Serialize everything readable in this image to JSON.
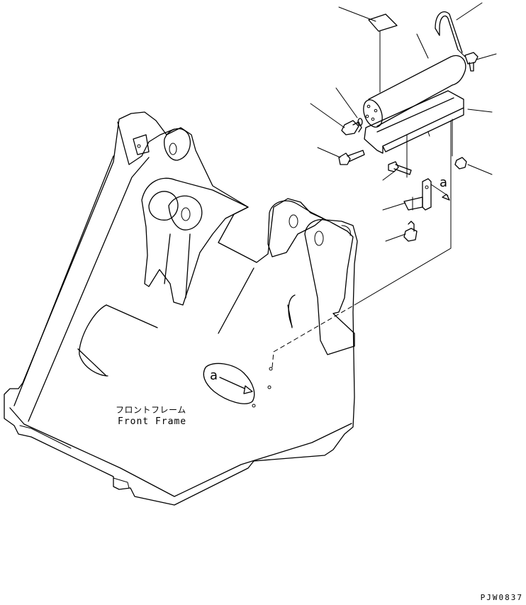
{
  "frame_label_jp": "フロントフレーム",
  "frame_label_en": "Front Frame",
  "reference_letter_bracket": "a",
  "reference_letter_frame": "a",
  "drawing_code": "PJW0837"
}
